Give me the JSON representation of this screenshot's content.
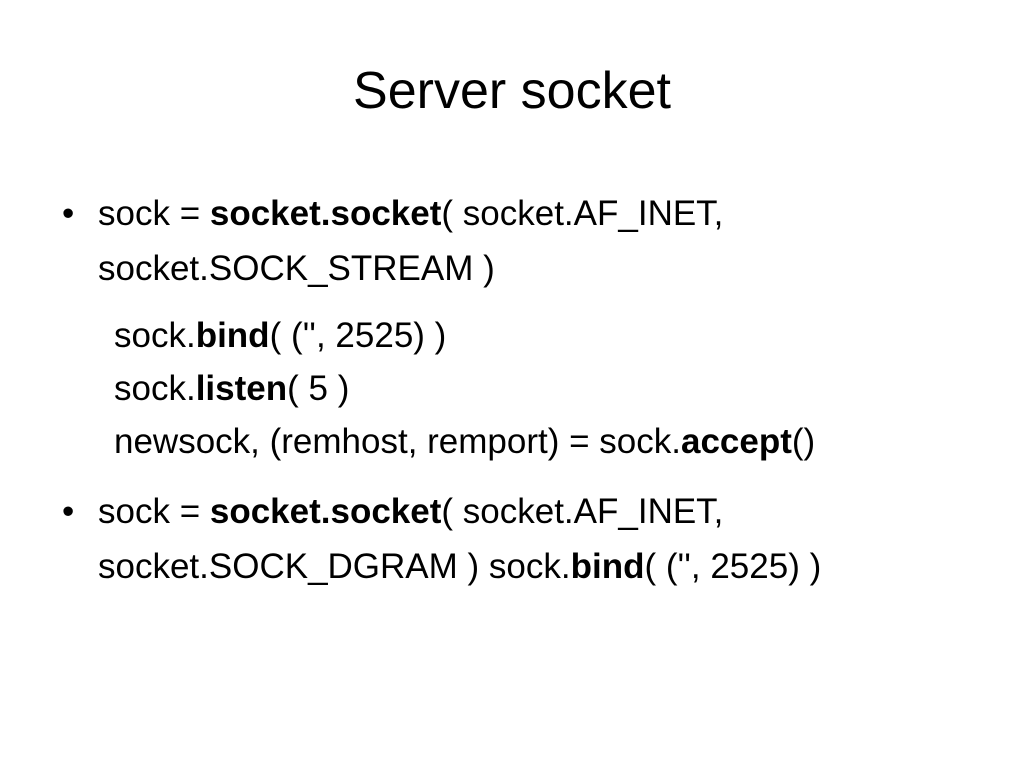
{
  "slide": {
    "title": "Server socket",
    "background_color": "#ffffff",
    "text_color": "#000000",
    "bullet_glyph": "•",
    "content": [
      {
        "kind": "bullet",
        "marker": "•",
        "segments": [
          {
            "text": "sock = ",
            "bold": false
          },
          {
            "text": "socket.socket",
            "bold": true
          },
          {
            "text": "( socket.AF_INET, socket.SOCK_STREAM )",
            "bold": false
          }
        ],
        "plain": "sock = socket.socket( socket.AF_INET, socket.SOCK_STREAM )"
      },
      {
        "kind": "code",
        "lines": [
          {
            "segments": [
              {
                "text": "sock.",
                "bold": false
              },
              {
                "text": "bind",
                "bold": true
              },
              {
                "text": "( ('', 2525) )",
                "bold": false
              }
            ],
            "plain": "sock.bind( ('', 2525) )"
          },
          {
            "segments": [
              {
                "text": "sock.",
                "bold": false
              },
              {
                "text": "listen",
                "bold": true
              },
              {
                "text": "( 5 )",
                "bold": false
              }
            ],
            "plain": "sock.listen( 5 )"
          },
          {
            "segments": [
              {
                "text": "newsock, (remhost, remport) = sock.",
                "bold": false
              },
              {
                "text": "accept",
                "bold": true
              },
              {
                "text": "()",
                "bold": false
              }
            ],
            "plain": "newsock, (remhost, remport) = sock.accept()"
          }
        ]
      },
      {
        "kind": "bullet",
        "marker": "•",
        "segments": [
          {
            "text": "sock = ",
            "bold": false
          },
          {
            "text": "socket.socket",
            "bold": true
          },
          {
            "text": "( socket.AF_INET, socket.SOCK_DGRAM ) sock.",
            "bold": false
          },
          {
            "text": "bind",
            "bold": true
          },
          {
            "text": "( ('', 2525) )",
            "bold": false
          }
        ],
        "plain": "sock = socket.socket( socket.AF_INET, socket.SOCK_DGRAM ) sock.bind( ('', 2525) )"
      }
    ]
  },
  "text": {
    "bullet1": {
      "part1": "sock = ",
      "part2": "socket.socket",
      "part3": "( socket.AF_INET, socket.SOCK_STREAM )"
    },
    "code1": {
      "part1": "sock.",
      "part2": "bind",
      "part3": "( ('', 2525) )"
    },
    "code2": {
      "part1": "sock.",
      "part2": "listen",
      "part3": "( 5 )"
    },
    "code3": {
      "part1": "newsock, (remhost, remport) = sock.",
      "part2": "accept",
      "part3": "()"
    },
    "bullet2": {
      "part1": "sock = ",
      "part2": "socket.socket",
      "part3": "( socket.AF_INET, socket.SOCK_DGRAM ) sock.",
      "part4": "bind",
      "part5": "( ('', 2525) )"
    }
  }
}
